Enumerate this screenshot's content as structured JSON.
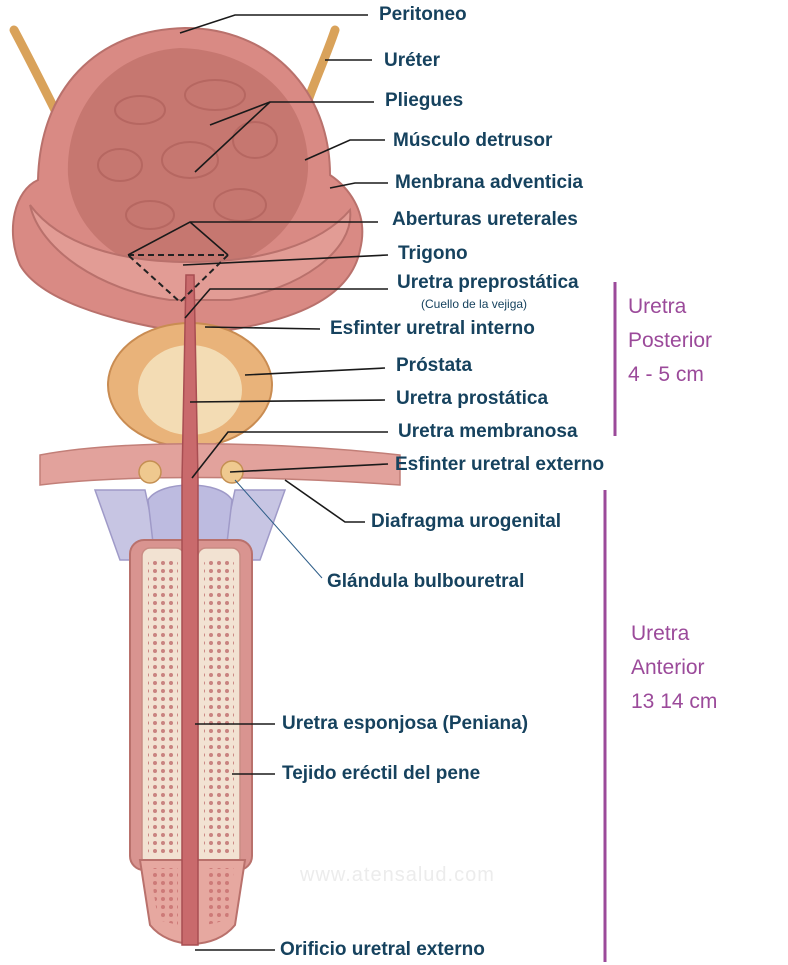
{
  "labels": {
    "peritoneo": "Peritoneo",
    "ureter": "Uréter",
    "pliegues": "Pliegues",
    "musculo_detrusor": "Músculo detrusor",
    "membrana_adventicia": "Menbrana adventicia",
    "aberturas_ureterales": "Aberturas ureterales",
    "trigono": "Trigono",
    "uretra_preprostatica": "Uretra preprostática",
    "cuello_vejiga": "(Cuello de la vejiga)",
    "esfinter_interno": "Esfinter uretral interno",
    "prostata": "Próstata",
    "uretra_prostatica": "Uretra prostática",
    "uretra_membranosa": "Uretra membranosa",
    "esfinter_externo": "Esfinter uretral externo",
    "diafragma_urogenital": "Diafragma urogenital",
    "glandula_bulbouretral": "Glándula bulbouretral",
    "uretra_esponjosa": "Uretra esponjosa (Peniana)",
    "tejido_erectil": "Tejido eréctil del pene",
    "orificio_externo": "Orificio uretral externo"
  },
  "regions": {
    "posterior": {
      "line1": "Uretra",
      "line2": "Posterior",
      "line3": "4 - 5 cm"
    },
    "anterior": {
      "line1": "Uretra",
      "line2": "Anterior",
      "line3": "13  14 cm"
    }
  },
  "watermark": "www.atensalud.com",
  "colors": {
    "label_text": "#16425e",
    "region_text": "#9b4a9a",
    "bracket": "#9b4a9a"
  }
}
